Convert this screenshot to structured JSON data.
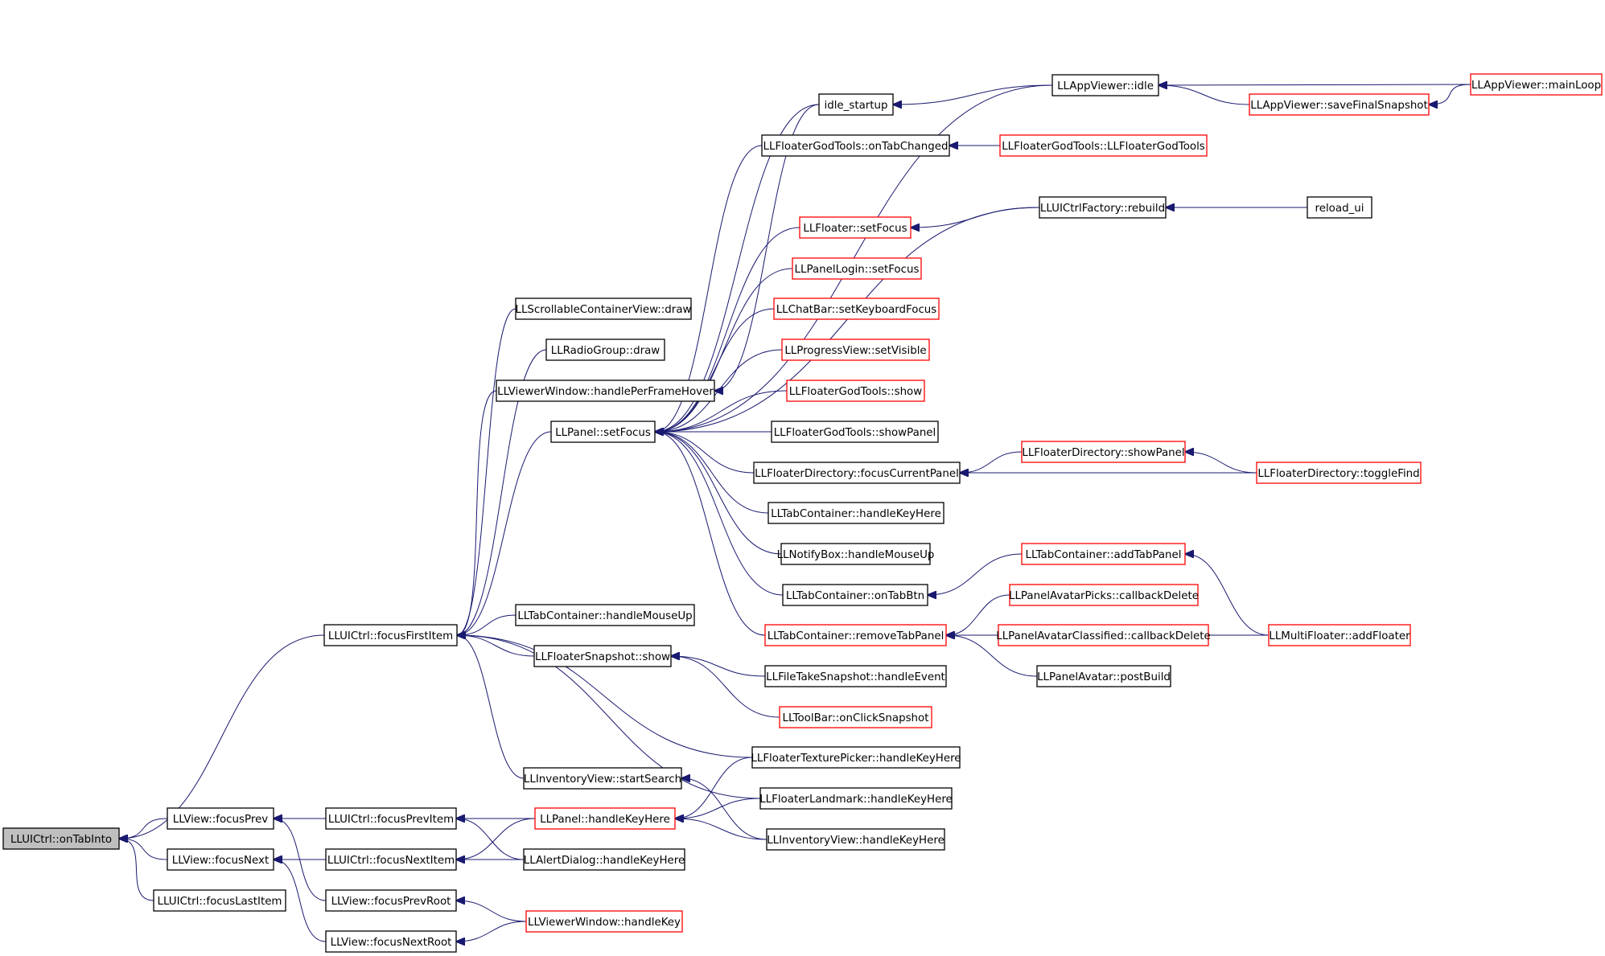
{
  "diagram": {
    "nodes": [
      {
        "id": "n0",
        "label": "LLUICtrl::onTabInto",
        "border": "black",
        "root": true
      },
      {
        "id": "n1",
        "label": "LLView::focusPrev",
        "border": "black"
      },
      {
        "id": "n2",
        "label": "LLView::focusNext",
        "border": "black"
      },
      {
        "id": "n3",
        "label": "LLUICtrl::focusLastItem",
        "border": "black"
      },
      {
        "id": "n4",
        "label": "LLUICtrl::focusFirstItem",
        "border": "black"
      },
      {
        "id": "n5",
        "label": "LLUICtrl::focusPrevItem",
        "border": "black"
      },
      {
        "id": "n6",
        "label": "LLUICtrl::focusNextItem",
        "border": "black"
      },
      {
        "id": "n7",
        "label": "LLView::focusPrevRoot",
        "border": "black"
      },
      {
        "id": "n8",
        "label": "LLView::focusNextRoot",
        "border": "black"
      },
      {
        "id": "n9",
        "label": "LLScrollableContainerView::draw",
        "border": "black"
      },
      {
        "id": "n10",
        "label": "LLRadioGroup::draw",
        "border": "black"
      },
      {
        "id": "n11",
        "label": "LLViewerWindow::handlePerFrameHover",
        "border": "black"
      },
      {
        "id": "n12",
        "label": "LLPanel::setFocus",
        "border": "black"
      },
      {
        "id": "n13",
        "label": "LLTabContainer::handleMouseUp",
        "border": "black"
      },
      {
        "id": "n14",
        "label": "LLFloaterSnapshot::show",
        "border": "black"
      },
      {
        "id": "n15",
        "label": "LLInventoryView::startSearch",
        "border": "black"
      },
      {
        "id": "n16",
        "label": "LLPanel::handleKeyHere",
        "border": "red"
      },
      {
        "id": "n17",
        "label": "LLAlertDialog::handleKeyHere",
        "border": "black"
      },
      {
        "id": "n18",
        "label": "LLViewerWindow::handleKey",
        "border": "red"
      },
      {
        "id": "n19",
        "label": "idle_startup",
        "border": "black"
      },
      {
        "id": "n20",
        "label": "LLFloaterGodTools::onTabChanged",
        "border": "black"
      },
      {
        "id": "n21",
        "label": "LLFloater::setFocus",
        "border": "red"
      },
      {
        "id": "n22",
        "label": "LLPanelLogin::setFocus",
        "border": "red"
      },
      {
        "id": "n23",
        "label": "LLChatBar::setKeyboardFocus",
        "border": "red"
      },
      {
        "id": "n24",
        "label": "LLProgressView::setVisible",
        "border": "red"
      },
      {
        "id": "n25",
        "label": "LLFloaterGodTools::show",
        "border": "red"
      },
      {
        "id": "n26",
        "label": "LLFloaterGodTools::showPanel",
        "border": "black"
      },
      {
        "id": "n27",
        "label": "LLFloaterDirectory::focusCurrentPanel",
        "border": "black"
      },
      {
        "id": "n28",
        "label": "LLTabContainer::handleKeyHere",
        "border": "black"
      },
      {
        "id": "n29",
        "label": "LLNotifyBox::handleMouseUp",
        "border": "black"
      },
      {
        "id": "n30",
        "label": "LLTabContainer::onTabBtn",
        "border": "black"
      },
      {
        "id": "n31",
        "label": "LLTabContainer::removeTabPanel",
        "border": "red"
      },
      {
        "id": "n32",
        "label": "LLFileTakeSnapshot::handleEvent",
        "border": "black"
      },
      {
        "id": "n33",
        "label": "LLToolBar::onClickSnapshot",
        "border": "red"
      },
      {
        "id": "n34",
        "label": "LLFloaterTexturePicker::handleKeyHere",
        "border": "black"
      },
      {
        "id": "n35",
        "label": "LLFloaterLandmark::handleKeyHere",
        "border": "black"
      },
      {
        "id": "n36",
        "label": "LLInventoryView::handleKeyHere",
        "border": "black"
      },
      {
        "id": "n37",
        "label": "LLAppViewer::idle",
        "border": "black"
      },
      {
        "id": "n38",
        "label": "LLFloaterGodTools::LLFloaterGodTools",
        "border": "red"
      },
      {
        "id": "n39",
        "label": "LLUICtrlFactory::rebuild",
        "border": "black"
      },
      {
        "id": "n40",
        "label": "LLFloaterDirectory::showPanel",
        "border": "red"
      },
      {
        "id": "n41",
        "label": "LLTabContainer::addTabPanel",
        "border": "red"
      },
      {
        "id": "n42",
        "label": "LLPanelAvatarPicks::callbackDelete",
        "border": "red"
      },
      {
        "id": "n43",
        "label": "LLPanelAvatarClassified::callbackDelete",
        "border": "red"
      },
      {
        "id": "n44",
        "label": "LLPanelAvatar::postBuild",
        "border": "black"
      },
      {
        "id": "n45",
        "label": "LLAppViewer::saveFinalSnapshot",
        "border": "red"
      },
      {
        "id": "n46",
        "label": "LLAppViewer::mainLoop",
        "border": "red"
      },
      {
        "id": "n47",
        "label": "reload_ui",
        "border": "black"
      },
      {
        "id": "n48",
        "label": "LLFloaterDirectory::toggleFind",
        "border": "red"
      },
      {
        "id": "n49",
        "label": "LLMultiFloater::addFloater",
        "border": "red"
      }
    ],
    "edges": [
      [
        "n1",
        "n0"
      ],
      [
        "n2",
        "n0"
      ],
      [
        "n3",
        "n0"
      ],
      [
        "n4",
        "n0"
      ],
      [
        "n5",
        "n1"
      ],
      [
        "n7",
        "n1"
      ],
      [
        "n6",
        "n2"
      ],
      [
        "n8",
        "n2"
      ],
      [
        "n9",
        "n4"
      ],
      [
        "n10",
        "n4"
      ],
      [
        "n11",
        "n4"
      ],
      [
        "n12",
        "n4"
      ],
      [
        "n13",
        "n4"
      ],
      [
        "n14",
        "n4"
      ],
      [
        "n15",
        "n4"
      ],
      [
        "n34",
        "n4"
      ],
      [
        "n35",
        "n4"
      ],
      [
        "n16",
        "n5"
      ],
      [
        "n17",
        "n5"
      ],
      [
        "n16",
        "n6"
      ],
      [
        "n17",
        "n6"
      ],
      [
        "n18",
        "n7"
      ],
      [
        "n18",
        "n8"
      ],
      [
        "n19",
        "n12"
      ],
      [
        "n20",
        "n12"
      ],
      [
        "n21",
        "n12"
      ],
      [
        "n22",
        "n12"
      ],
      [
        "n23",
        "n12"
      ],
      [
        "n24",
        "n12"
      ],
      [
        "n25",
        "n12"
      ],
      [
        "n26",
        "n12"
      ],
      [
        "n27",
        "n12"
      ],
      [
        "n28",
        "n12"
      ],
      [
        "n29",
        "n12"
      ],
      [
        "n30",
        "n12"
      ],
      [
        "n31",
        "n12"
      ],
      [
        "n37",
        "n12"
      ],
      [
        "n39",
        "n12"
      ],
      [
        "n19",
        "n11"
      ],
      [
        "n32",
        "n14"
      ],
      [
        "n33",
        "n14"
      ],
      [
        "n34",
        "n16"
      ],
      [
        "n35",
        "n16"
      ],
      [
        "n36",
        "n16"
      ],
      [
        "n36",
        "n15"
      ],
      [
        "n37",
        "n19"
      ],
      [
        "n38",
        "n20"
      ],
      [
        "n39",
        "n21"
      ],
      [
        "n40",
        "n27"
      ],
      [
        "n48",
        "n27"
      ],
      [
        "n41",
        "n30"
      ],
      [
        "n42",
        "n31"
      ],
      [
        "n43",
        "n31"
      ],
      [
        "n44",
        "n31"
      ],
      [
        "n49",
        "n31"
      ],
      [
        "n45",
        "n37"
      ],
      [
        "n46",
        "n37"
      ],
      [
        "n46",
        "n45"
      ],
      [
        "n47",
        "n39"
      ],
      [
        "n48",
        "n40"
      ],
      [
        "n49",
        "n41"
      ]
    ]
  }
}
